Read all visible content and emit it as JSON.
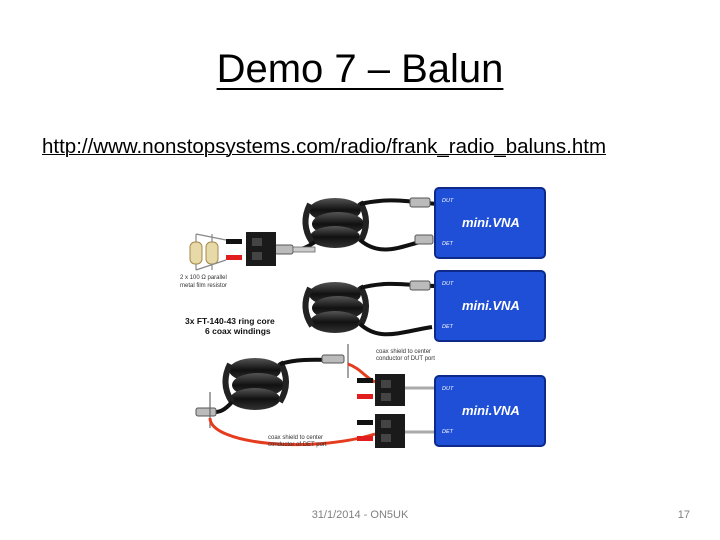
{
  "slide": {
    "title": "Demo 7 – Balun",
    "url": "http://www.nonstopsystems.com/radio/frank_radio_baluns.htm",
    "footer_text": "31/1/2014 - ON5UK",
    "page_number": "17"
  },
  "figure": {
    "analyzers": [
      {
        "name": "mini.VNA",
        "port_top": "DUT",
        "port_bottom": "DET"
      },
      {
        "name": "mini.VNA",
        "port_top": "DUT",
        "port_bottom": "DET"
      },
      {
        "name": "mini.VNA",
        "port_top": "DUT",
        "port_bottom": "DET"
      }
    ],
    "resistor_note_line1": "2 x 100 Ω parallel",
    "resistor_note_line2": "metal film resistor",
    "core_note_line1": "3x FT-140-43 ring core",
    "core_note_line2": "6 coax windings",
    "shield_note_top_line1": "coax shield to center",
    "shield_note_top_line2": "conductor of DUT port",
    "shield_note_bottom_line1": "coax shield to center",
    "shield_note_bottom_line2": "conductor of DET port",
    "colors": {
      "analyzer_blue": "#1f4fd6",
      "wire_red": "#e53b1e",
      "core_black": "#1a1a1a",
      "terminal_red": "#e11d1d"
    }
  }
}
